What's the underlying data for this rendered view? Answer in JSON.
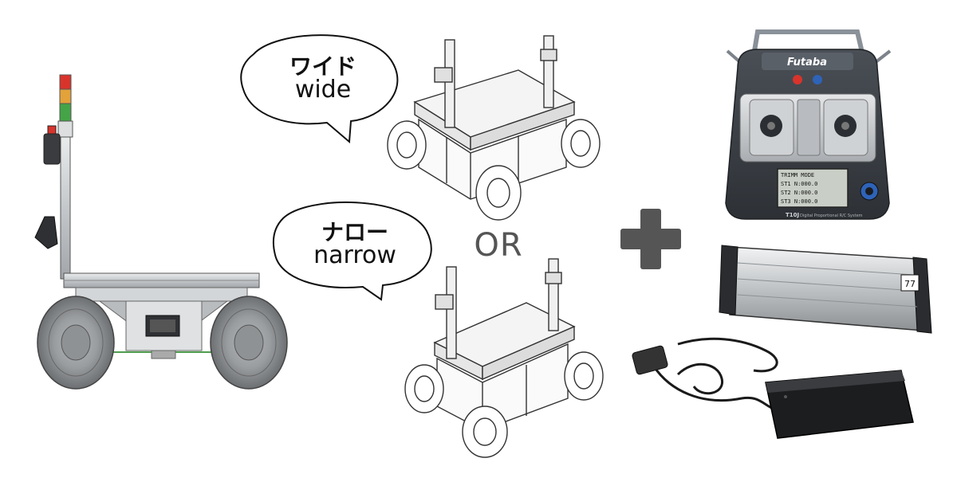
{
  "bubbles": {
    "wide": {
      "ja": "ワイド",
      "en": "wide"
    },
    "narrow": {
      "ja": "ナロー",
      "en": "narrow"
    }
  },
  "or_label": "OR",
  "transmitter": {
    "brand": "Futaba",
    "model": "T10J",
    "subtitle": "Digital Proportional R/C System",
    "screen_lines": [
      "TRIMM MODE",
      "ST1  N:000.0",
      "ST2  N:000.0",
      "ST3  N:000.0"
    ]
  },
  "battery": {
    "label": "77"
  },
  "colors": {
    "outline": "#333333",
    "plus": "#555555",
    "signal_red": "#d8342c",
    "signal_amber": "#e3a23a",
    "signal_green": "#45a447",
    "frame": "#bfc3c6",
    "tire": "#8a8d90"
  }
}
